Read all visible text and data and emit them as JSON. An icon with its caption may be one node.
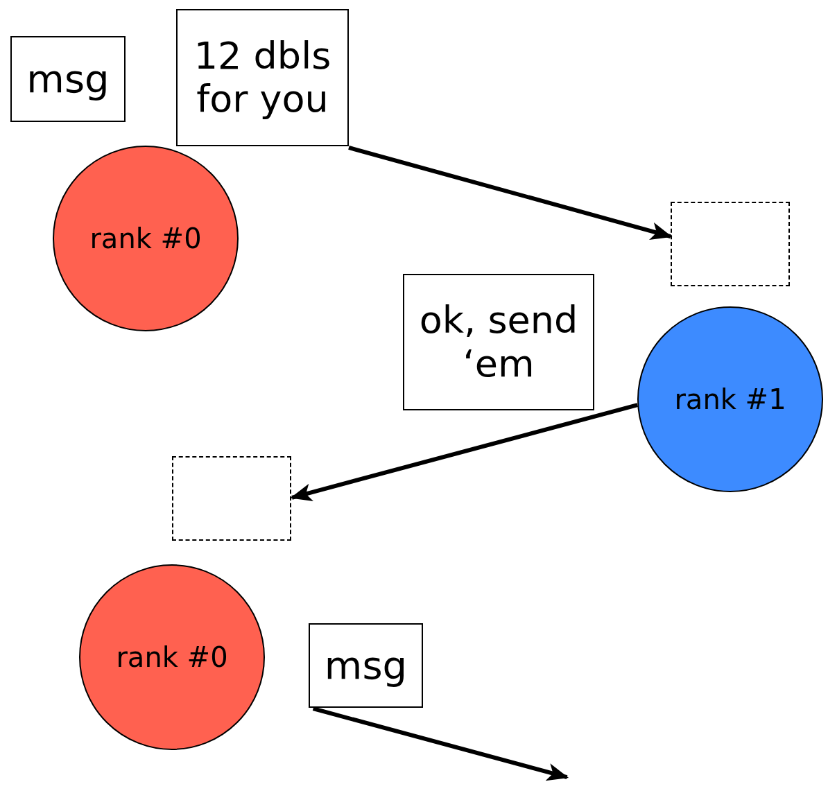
{
  "diagram": {
    "nodes": [
      {
        "text": [
          "msg"
        ]
      },
      {
        "text": [
          "12 dbls for you"
        ]
      },
      {
        "text": [
          "rank #0"
        ]
      },
      {
        "text": [],
        "shape": "box"
      },
      {
        "text": [
          "ok, send ‘em"
        ]
      },
      {
        "text": [
          "rank #1"
        ]
      },
      {
        "text": [],
        "shape": "box"
      },
      {
        "text": [
          "rank #0"
        ]
      },
      {
        "text": [
          "msg"
        ]
      }
    ],
    "edges": [
      {
        "from": 1,
        "to": 3,
        "arrow": "to"
      },
      {
        "from": 5,
        "to": 6,
        "arrow": "to"
      },
      {
        "from": 8,
        "to": null,
        "arrow": "to"
      }
    ]
  }
}
